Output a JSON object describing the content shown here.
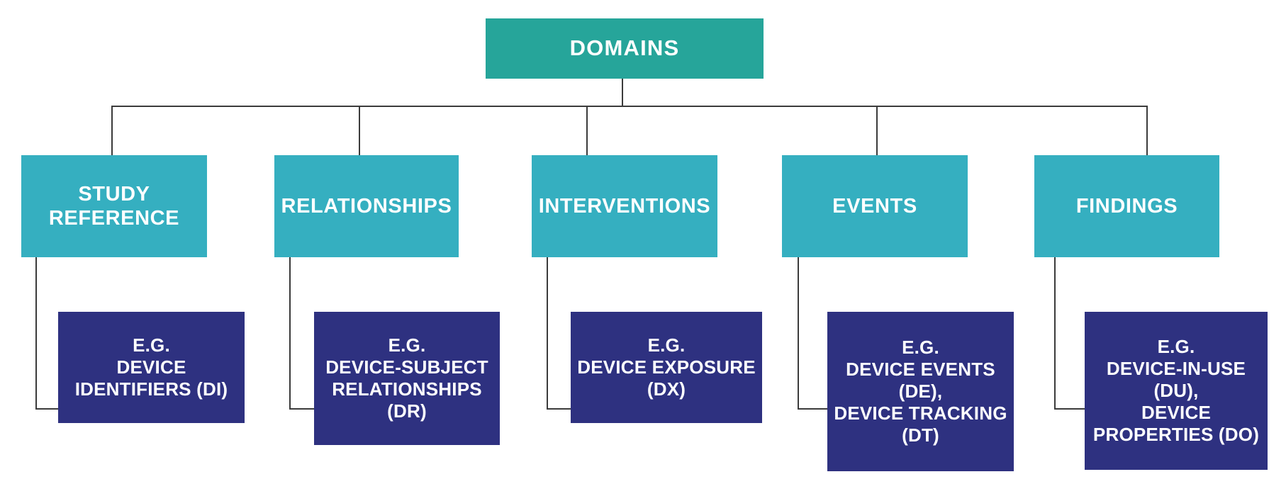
{
  "diagram": {
    "title": "Domains Hierarchy",
    "colors": {
      "root": "#26a59a",
      "category": "#35afc0",
      "example": "#2e3180",
      "connector": "#3b3b3b",
      "background": "#ffffff",
      "text": "#ffffff"
    },
    "root": {
      "label": "DOMAINS"
    },
    "categories": [
      {
        "id": "study-reference",
        "label": "STUDY\nREFERENCE"
      },
      {
        "id": "relationships",
        "label": "RELATIONSHIPS"
      },
      {
        "id": "interventions",
        "label": "INTERVENTIONS"
      },
      {
        "id": "events",
        "label": "EVENTS"
      },
      {
        "id": "findings",
        "label": "FINDINGS"
      }
    ],
    "examples": [
      {
        "id": "di",
        "label": "E.G.\nDEVICE\nIDENTIFIERS (DI)"
      },
      {
        "id": "dr",
        "label": "E.G.\nDEVICE-SUBJECT\nRELATIONSHIPS\n(DR)"
      },
      {
        "id": "dx",
        "label": "E.G.\nDEVICE EXPOSURE\n(DX)"
      },
      {
        "id": "de-dt",
        "label": "E.G.\nDEVICE EVENTS\n(DE),\nDEVICE TRACKING\n(DT)"
      },
      {
        "id": "du-do",
        "label": "E.G.\nDEVICE-IN-USE\n(DU),\nDEVICE\nPROPERTIES (DO)"
      }
    ]
  }
}
